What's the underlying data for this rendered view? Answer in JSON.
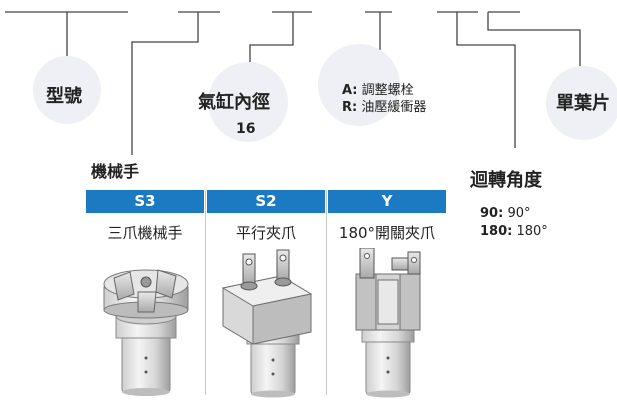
{
  "model": {
    "label": "型號"
  },
  "bore": {
    "label": "氣缸內徑",
    "value": "16"
  },
  "adjust": {
    "options": [
      {
        "code": "A:",
        "text": "調整螺栓"
      },
      {
        "code": "R:",
        "text": "油壓緩衝器"
      }
    ]
  },
  "single_vane": {
    "label": "單葉片"
  },
  "rotation": {
    "label": "迴轉角度",
    "options": [
      {
        "code": "90:",
        "text": "90°"
      },
      {
        "code": "180:",
        "text": "180°"
      }
    ]
  },
  "gripper": {
    "heading": "機械手",
    "header_color": "#1c7ac2",
    "types": [
      {
        "code": "S3",
        "name": "三爪機械手"
      },
      {
        "code": "S2",
        "name": "平行夾爪"
      },
      {
        "code": "Y",
        "name": "180°開關夾爪"
      }
    ]
  }
}
